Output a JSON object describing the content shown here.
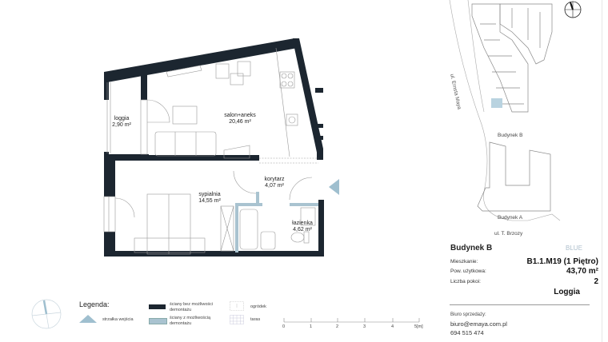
{
  "floorplan": {
    "rooms": [
      {
        "name": "loggia",
        "area": "2,90 m²"
      },
      {
        "name": "salon+aneks",
        "area": "20,46 m²"
      },
      {
        "name": "korytarz",
        "area": "4,07 m²"
      },
      {
        "name": "sypialnia",
        "area": "14,55 m²"
      },
      {
        "name": "łazienka",
        "area": "4,62 m²"
      }
    ],
    "entry_arrow_color": "#9fbfcf",
    "wall_color": "#1c2630",
    "removable_wall_color": "#a9c3d0"
  },
  "site_plan": {
    "street_1": "ul. Ernsta Maya",
    "street_2": "ul. T. Brzozy",
    "building_b": "Budynek B",
    "building_a": "Budynek A",
    "highlight_color": "#b9d3e0"
  },
  "info": {
    "building": "Budynek B",
    "tag": "BLUE",
    "rows": [
      {
        "label": "Mieszkanie:",
        "value": "B1.1.M19 (1 Piętro)"
      },
      {
        "label": "Pow. użytkowa:",
        "value": "43,70 m²"
      },
      {
        "label": "Liczba pokoi:",
        "value": "2"
      }
    ],
    "extra": "Loggia"
  },
  "contact": {
    "label": "Biuro sprzedaży:",
    "email": "biuro@emaya.com.pl",
    "phone": "694 515 474"
  },
  "legend": {
    "title": "Legenda:",
    "items": [
      {
        "icon": "entry-arrow-icon",
        "label": "strzałka wejścia"
      },
      {
        "icon": "fixed-wall-icon",
        "label": "ściany bez możliwości demontażu"
      },
      {
        "icon": "removable-wall-icon",
        "label": "ściany z możliwością demontażu"
      },
      {
        "icon": "garden-icon",
        "label": "ogródek"
      },
      {
        "icon": "terrace-icon",
        "label": "taras"
      }
    ]
  },
  "scale": {
    "ticks": [
      "0",
      "1",
      "2",
      "3",
      "4",
      "5[m]"
    ]
  }
}
